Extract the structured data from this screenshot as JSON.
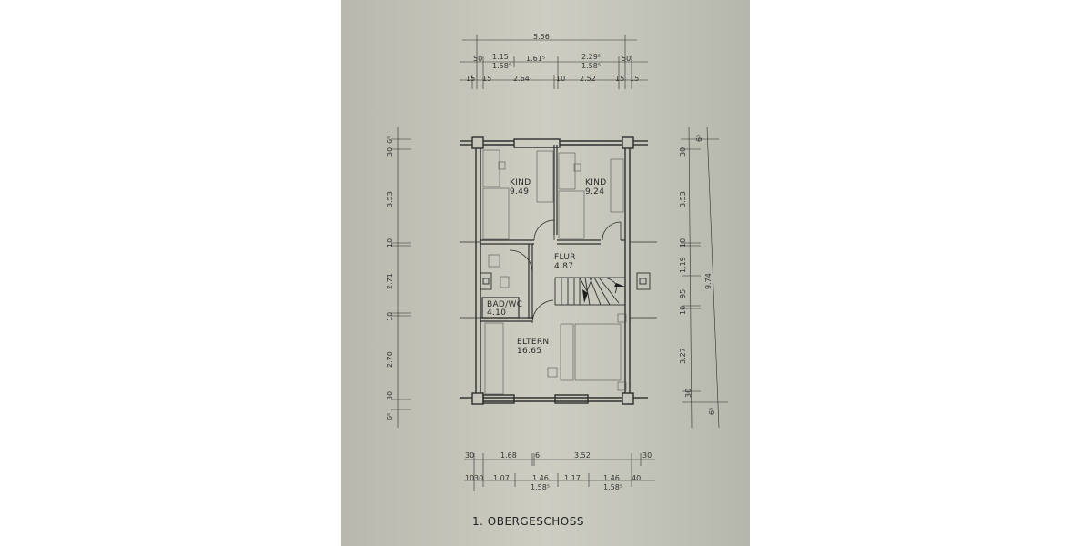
{
  "plan": {
    "title": "1. OBERGESCHOSS",
    "colors": {
      "paper": "#c4c4b9",
      "ink": "#2a2a2a",
      "background": "#ffffff"
    },
    "rooms": [
      {
        "name": "KIND",
        "area": "9.49"
      },
      {
        "name": "KIND",
        "area": "9.24"
      },
      {
        "name": "FLUR",
        "area": "4.87"
      },
      {
        "name": "BAD/WC",
        "area": "4.10"
      },
      {
        "name": "ELTERN",
        "area": "16.65"
      }
    ],
    "top_dims": {
      "overall": "5.56",
      "row1": [
        "50",
        "1.15",
        "1.58⁵",
        "1.61⁵",
        "2.29⁵",
        "1.58⁵",
        "50"
      ],
      "row2": [
        "15",
        "15",
        "2.64",
        "10",
        "2.52",
        "15",
        "15"
      ]
    },
    "left_dims": [
      "6⁵",
      "30",
      "3.53",
      "10",
      "2.71",
      "10",
      "2.70",
      "30",
      "6⁵"
    ],
    "right_dims": [
      "6⁵",
      "30",
      "3.53",
      "10",
      "1.19",
      "95",
      "10",
      "3.27",
      "30",
      "6⁵"
    ],
    "right_overall": "9.74",
    "bottom_dims": {
      "row1": [
        "30",
        "1.68",
        "6",
        "3.52",
        "30"
      ],
      "row2": [
        "10",
        "30",
        "1.07",
        "1.46",
        "1.58⁵",
        "1.17",
        "1.46",
        "1.58⁵",
        "40"
      ]
    }
  }
}
